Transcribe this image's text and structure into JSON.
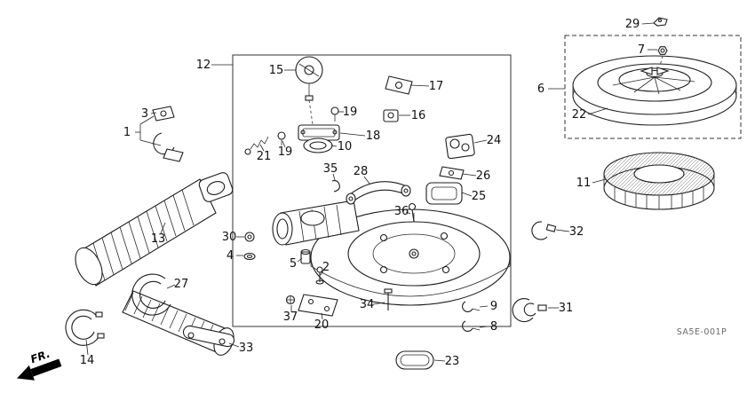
{
  "diagram": {
    "code": "SA5E-001P",
    "fr": "FR.",
    "callouts": {
      "1": "1",
      "2": "2",
      "3": "3",
      "4": "4",
      "5": "5",
      "6": "6",
      "7": "7",
      "8": "8",
      "9": "9",
      "10": "10",
      "11": "11",
      "12": "12",
      "13": "13",
      "14": "14",
      "15": "15",
      "16": "16",
      "17": "17",
      "18": "18",
      "19": "19",
      "20": "20",
      "21": "21",
      "22": "22",
      "23": "23",
      "24": "24",
      "25": "25",
      "26": "26",
      "27": "27",
      "28": "28",
      "29": "29",
      "30": "30",
      "31": "31",
      "32": "32",
      "33": "33",
      "34": "34",
      "35": "35",
      "36": "36",
      "37": "37"
    }
  }
}
